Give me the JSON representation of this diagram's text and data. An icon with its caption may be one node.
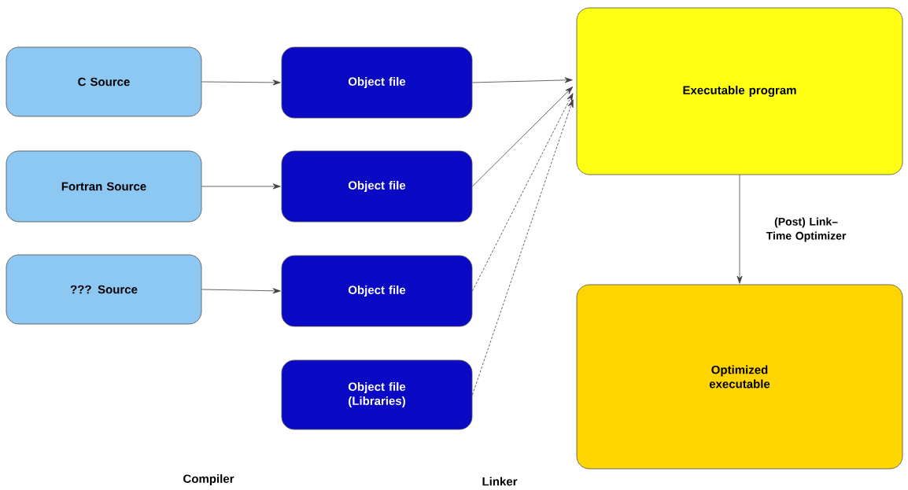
{
  "diagram": {
    "nodes": [
      {
        "text": [
          "C Source"
        ]
      },
      {
        "text": [
          "Fortran Source"
        ]
      },
      {
        "text": [
          "??? Source"
        ]
      },
      {
        "text": [
          "Object file"
        ]
      },
      {
        "text": [
          "Object file"
        ]
      },
      {
        "text": [
          "Object file"
        ]
      },
      {
        "text": [
          "Object file (Libraries)"
        ]
      },
      {
        "text": [
          "Executable program"
        ]
      },
      {
        "text": [
          "Optimized executable"
        ]
      }
    ],
    "edges": [
      {
        "from": 0,
        "to": 3,
        "arrow": "to"
      },
      {
        "from": 1,
        "to": 4,
        "arrow": "to"
      },
      {
        "from": 2,
        "to": 5,
        "arrow": "to"
      },
      {
        "from": 3,
        "to": 7,
        "arrow": "to"
      },
      {
        "from": 4,
        "to": 7,
        "arrow": "to"
      },
      {
        "from": 5,
        "to": 7,
        "arrow": "to",
        "style": "dashed"
      },
      {
        "from": 6,
        "to": 7,
        "arrow": "to",
        "style": "dashed"
      },
      {
        "from": 7,
        "to": 8,
        "arrow": "to",
        "label": "(Post) Link–Time Optimizer"
      }
    ],
    "labels": [
      "Compiler",
      "Linker"
    ]
  }
}
